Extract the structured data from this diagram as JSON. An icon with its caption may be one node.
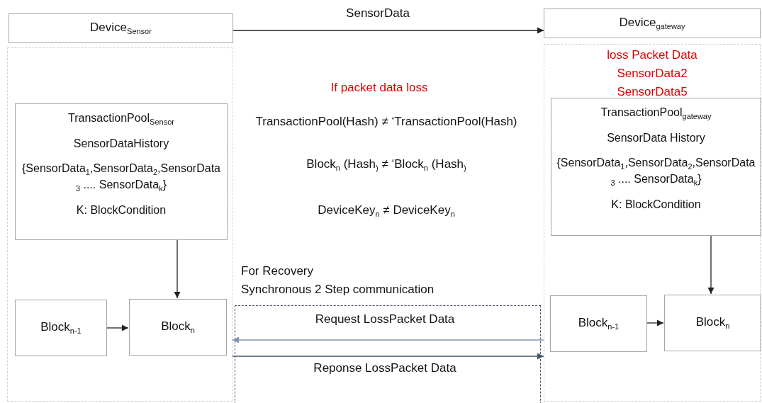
{
  "diagram": {
    "nodes": [
      {
        "text": [
          "Device$_{Sensor}$"
        ]
      },
      {
        "text": [
          "Device$_{gateway}$"
        ]
      },
      {
        "text": [],
        "shape": "box"
      },
      {
        "text": [
          "TransactionPool$_{Sensor}$",
          "SensorDataHistory",
          "{SensorData$_{1}$,SensorData$_{2}$,SensorData$_{3}$ .... SensorData$_{k}$}",
          "K: BlockCondition"
        ],
        "in": 2
      },
      {
        "text": [
          "Block$_{n-1}$"
        ],
        "in": 2
      },
      {
        "text": [
          "Block$_{n}$"
        ],
        "in": 2
      },
      {
        "text": [
          "loss Packet Data",
          "SensorData2",
          "SensorData5"
        ]
      },
      {
        "text": [
          "TransactionPool$_{gateway}$",
          "SensorData History",
          "{SensorData$_{1}$,SensorData$_{2}$,SensorData$_{3}$ .... SensorData$_{k}$}",
          "K: BlockCondition"
        ],
        "in": 6
      },
      {
        "text": [
          "Block$_{n-1}$"
        ],
        "in": 6
      },
      {
        "text": [
          "Block$_{n}$"
        ],
        "in": 6
      }
    ],
    "edges": [
      {
        "from": 0,
        "to": 1,
        "arrow": "to",
        "label": "SensorData"
      },
      {
        "from": 3,
        "to": 5,
        "arrow": "to"
      },
      {
        "from": 4,
        "to": 5,
        "arrow": "to"
      },
      {
        "from": 7,
        "to": 9,
        "arrow": "to"
      },
      {
        "from": 8,
        "to": 9,
        "arrow": "to"
      },
      {
        "from": 6,
        "to": 2,
        "arrow": "to",
        "label": "Request LossPacket Data",
        "color": "#8497b0"
      },
      {
        "from": 2,
        "to": 6,
        "arrow": "to",
        "label": "Reponse LossPacket Data",
        "color": "#44546a"
      }
    ],
    "labels": [
      "If packet data loss",
      "TransactionPool(Hash) ≠ ‘TransactionPool(Hash)",
      "Block$_{n}$ (Hash$_{)}$ ≠ ‘Block$_{n}$ (Hash$_{)}$",
      "DeviceKey$_{n}$ ≠ DeviceKey$_{n}$",
      "For Recovery",
      "Synchronous 2 Step communication"
    ]
  }
}
